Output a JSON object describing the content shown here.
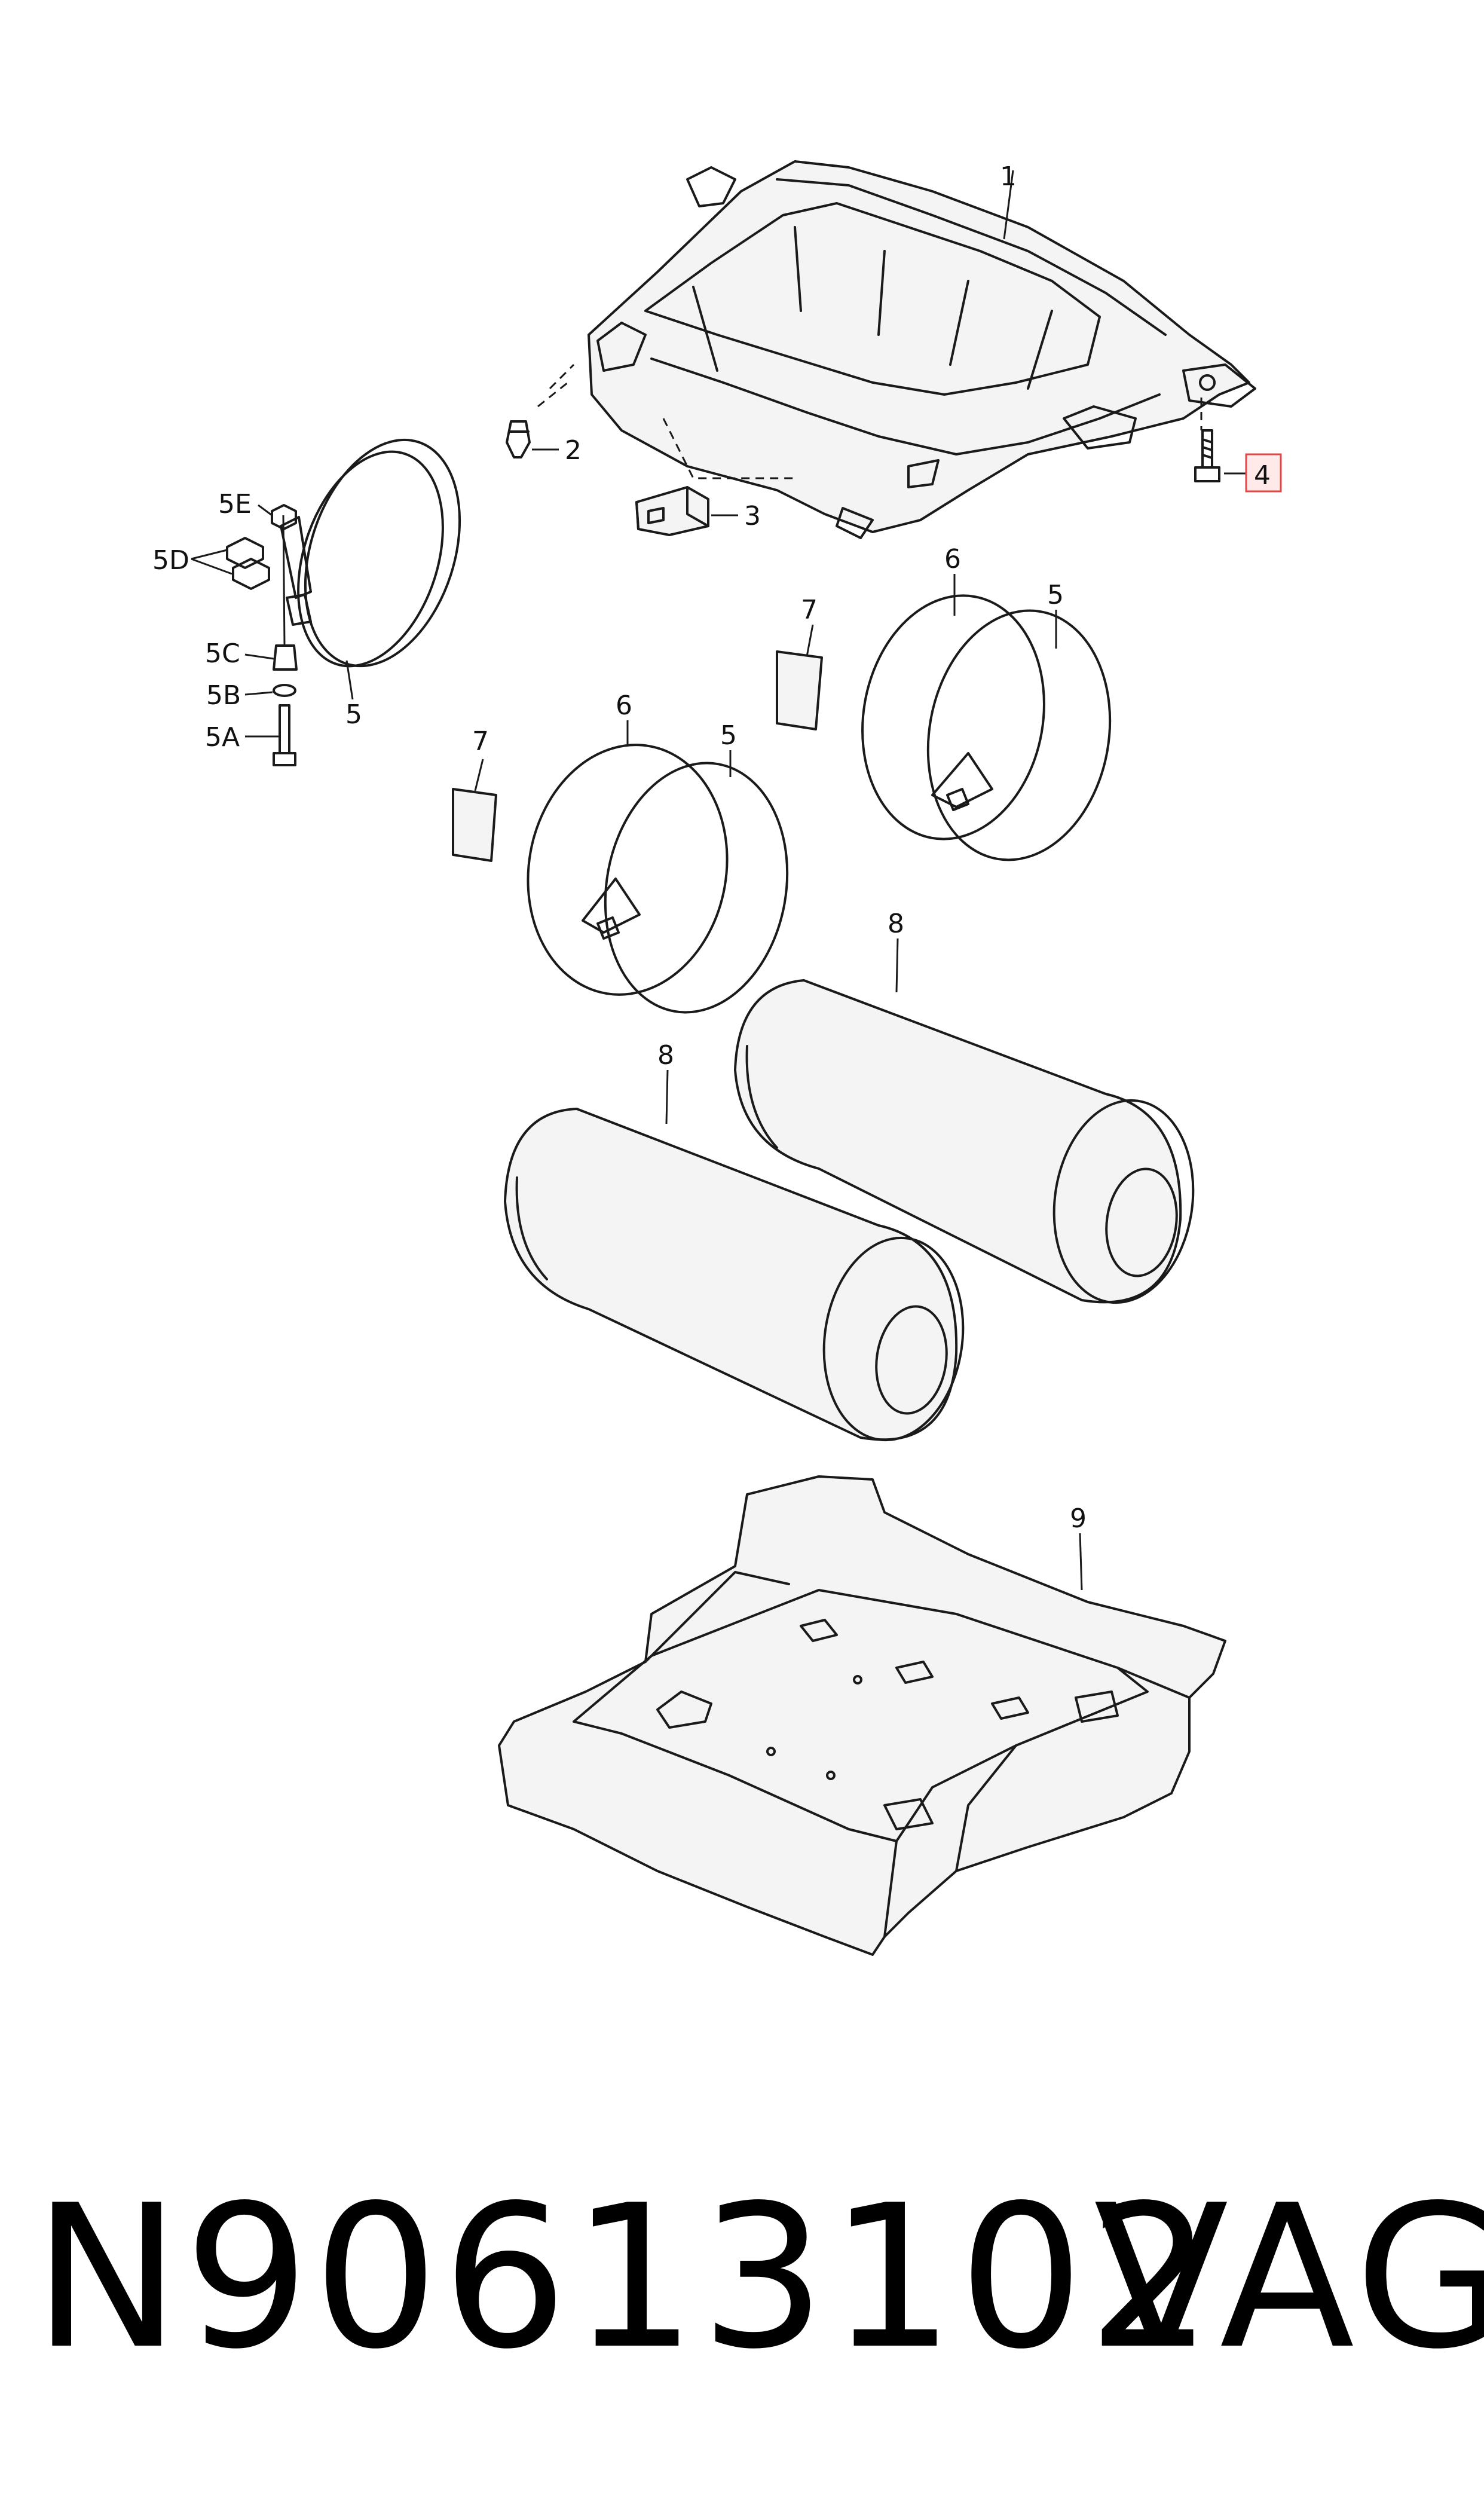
{
  "diagram": {
    "callouts": {
      "p1": "1",
      "p2": "2",
      "p3": "3",
      "p4": "4",
      "p5e": "5E",
      "p5d": "5D",
      "p5c": "5C",
      "p5b": "5B",
      "p5a": "5A",
      "p5_clamp_left": "5",
      "p5_ring_mid": "5",
      "p5_ring_right": "5",
      "p6_mid": "6",
      "p6_right": "6",
      "p7_mid": "7",
      "p7_right": "7",
      "p8_back": "8",
      "p8_front": "8",
      "p9": "9"
    },
    "highlighted_callout": "4",
    "highlight_color": "#e04848"
  },
  "footer": {
    "part_number": "N90613102",
    "brand": "VAG"
  }
}
